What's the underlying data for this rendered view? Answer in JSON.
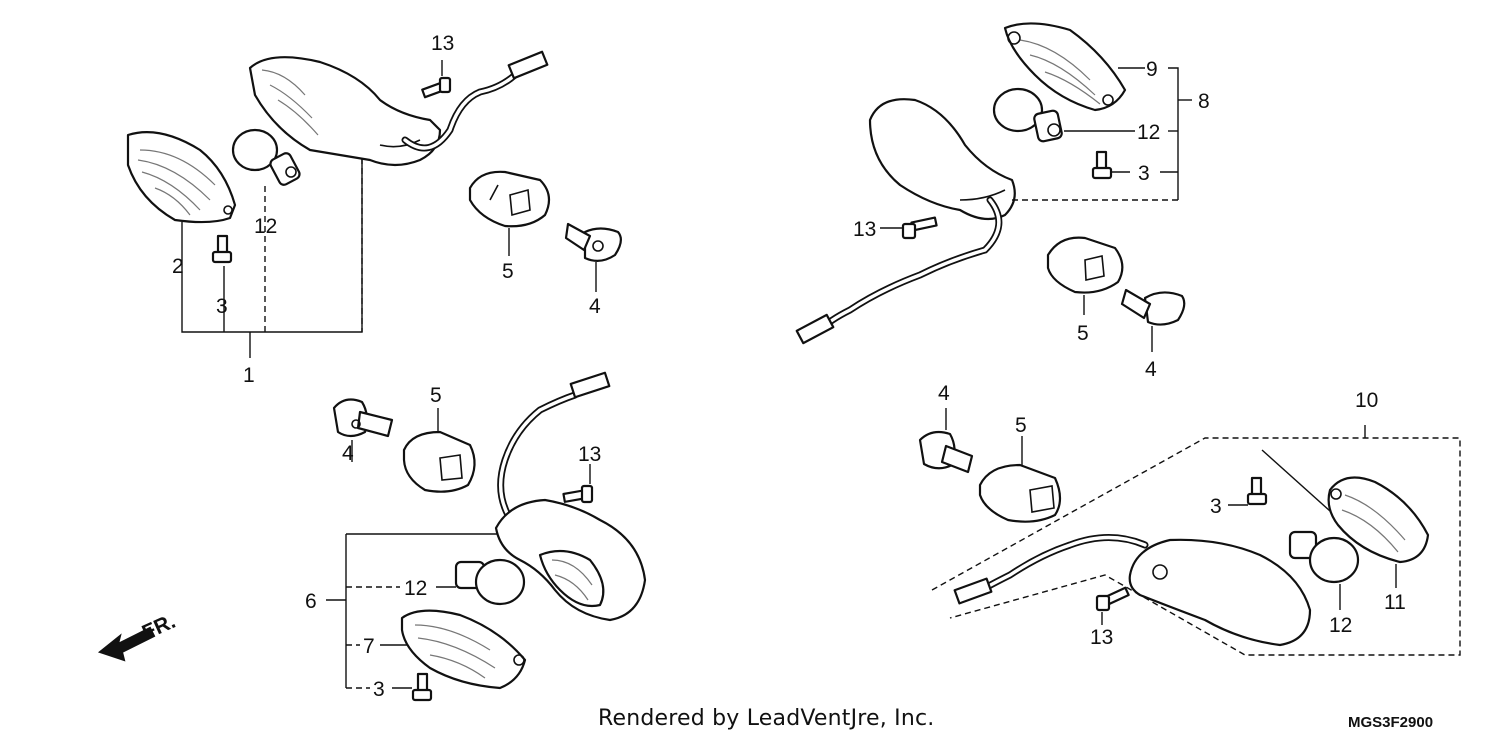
{
  "diagram": {
    "callouts": {
      "c_tl_1": "1",
      "c_tl_2": "2",
      "c_tl_3": "3",
      "c_tl_12": "12",
      "c_tl_13": "13",
      "c_tl_5": "5",
      "c_tl_4": "4",
      "c_tr_8": "8",
      "c_tr_9": "9",
      "c_tr_12": "12",
      "c_tr_3": "3",
      "c_tr_13": "13",
      "c_tr_5": "5",
      "c_tr_4": "4",
      "c_bl_4": "4",
      "c_bl_5": "5",
      "c_bl_13": "13",
      "c_bl_6": "6",
      "c_bl_12": "12",
      "c_bl_7": "7",
      "c_bl_3": "3",
      "c_br_4": "4",
      "c_br_5": "5",
      "c_br_10": "10",
      "c_br_3": "3",
      "c_br_11": "11",
      "c_br_12": "12",
      "c_br_13": "13"
    },
    "front_label": "FR.",
    "credit": "Rendered by LeadVentJre, Inc.",
    "code": "MGS3F2900"
  }
}
